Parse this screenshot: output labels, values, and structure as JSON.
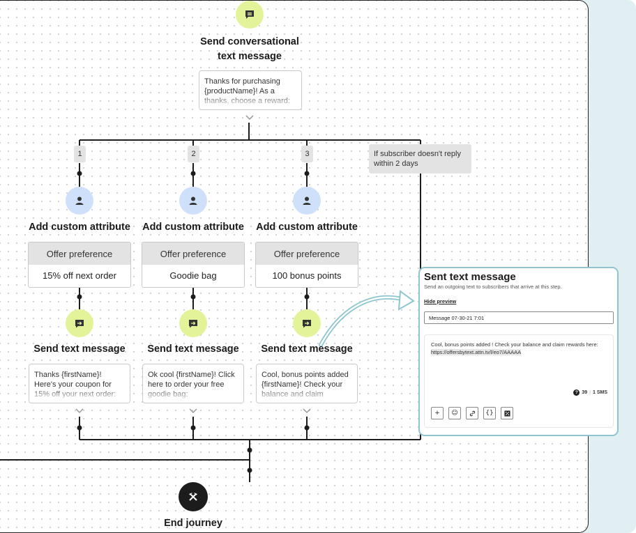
{
  "trigger": {
    "title_line1": "Send conversational",
    "title_line2": "text message",
    "message": "Thanks for purchasing {productName}! As a thanks, choose a reward:",
    "icon": "chat-bubble-icon"
  },
  "branches": [
    {
      "number": "1",
      "attribute_title": "Add custom attribute",
      "attribute_name": "Offer preference",
      "attribute_value": "15% off next order",
      "send_title": "Send text message",
      "message": "Thanks {firstName}! Here's your coupon for 15% off your next order:"
    },
    {
      "number": "2",
      "attribute_title": "Add custom attribute",
      "attribute_name": "Offer preference",
      "attribute_value": "Goodie bag",
      "send_title": "Send text message",
      "message": "Ok cool {firstName}! Click here to order your free goodie bag:"
    },
    {
      "number": "3",
      "attribute_title": "Add custom attribute",
      "attribute_name": "Offer preference",
      "attribute_value": "100 bonus points",
      "send_title": "Send text message",
      "message": "Cool, bonus points added {firstName}! Check your balance and claim"
    }
  ],
  "timeout_branch": {
    "label": "If subscriber doesn't reply within 2 days"
  },
  "end": {
    "label": "End journey",
    "icon": "crossed-hammers-icon"
  },
  "preview": {
    "title": "Sent text message",
    "subtitle": "Send an outgoing text to subscribers that arrive at this step.",
    "hide_preview": "Hide preview",
    "message_name": "Message 07-30-21 7:01",
    "body_text": "Cool, bonus points added ! Check your balance and claim rewards here: ",
    "body_link": "https://offersbytext.attn.tv/l/eo7/AAAAA",
    "char_count": "39",
    "sms_count": "1 SMS",
    "tools": [
      "add-icon",
      "emoji-icon",
      "link-icon",
      "variable-icon",
      "discount-icon"
    ],
    "accent_color": "#8dc4cf"
  },
  "colors": {
    "green_node": "#e3f39a",
    "blue_node": "#cfe0fb",
    "end_node": "#1c1c1c",
    "side_panel": "#e1eff2"
  }
}
